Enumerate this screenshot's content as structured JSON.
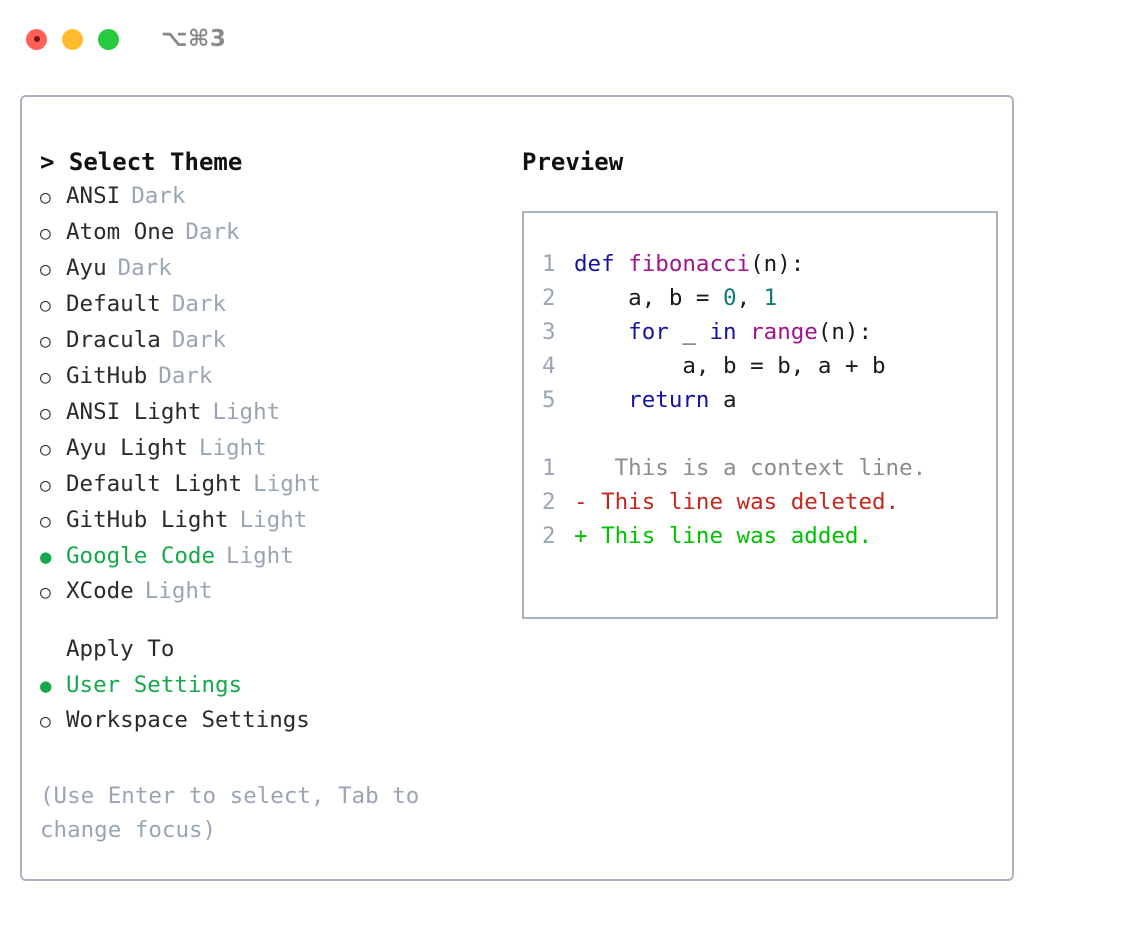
{
  "window": {
    "shortcut": "⌥⌘3",
    "traffic_lights": [
      "close",
      "minimize",
      "zoom"
    ]
  },
  "left_pane": {
    "header": "> Select Theme",
    "themes": [
      {
        "marker": "○",
        "label": "ANSI",
        "badge": "Dark",
        "selected": false
      },
      {
        "marker": "○",
        "label": "Atom One",
        "badge": "Dark",
        "selected": false
      },
      {
        "marker": "○",
        "label": "Ayu",
        "badge": "Dark",
        "selected": false
      },
      {
        "marker": "○",
        "label": "Default",
        "badge": "Dark",
        "selected": false
      },
      {
        "marker": "○",
        "label": "Dracula",
        "badge": "Dark",
        "selected": false
      },
      {
        "marker": "○",
        "label": "GitHub",
        "badge": "Dark",
        "selected": false
      },
      {
        "marker": "○",
        "label": "ANSI Light",
        "badge": "Light",
        "selected": false
      },
      {
        "marker": "○",
        "label": "Ayu Light",
        "badge": "Light",
        "selected": false
      },
      {
        "marker": "○",
        "label": "Default Light",
        "badge": "Light",
        "selected": false
      },
      {
        "marker": "○",
        "label": "GitHub Light",
        "badge": "Light",
        "selected": false
      },
      {
        "marker": "●",
        "label": "Google Code",
        "badge": "Light",
        "selected": true
      },
      {
        "marker": "○",
        "label": "XCode",
        "badge": "Light",
        "selected": false
      }
    ],
    "apply_to": {
      "header": "Apply To",
      "options": [
        {
          "marker": "●",
          "label": "User Settings",
          "selected": true
        },
        {
          "marker": "○",
          "label": "Workspace Settings",
          "selected": false
        }
      ]
    },
    "hint": "(Use Enter to select, Tab to change focus)"
  },
  "right_pane": {
    "title": "Preview",
    "code_lines": [
      {
        "lineno": "1",
        "tokens": [
          {
            "text": "def ",
            "kind": "kw"
          },
          {
            "text": "fibonacci",
            "kind": "fn"
          },
          {
            "text": "(n):",
            "kind": "pl"
          }
        ]
      },
      {
        "lineno": "2",
        "tokens": [
          {
            "text": "    a, b = ",
            "kind": "pl"
          },
          {
            "text": "0",
            "kind": "num"
          },
          {
            "text": ", ",
            "kind": "pl"
          },
          {
            "text": "1",
            "kind": "num"
          }
        ]
      },
      {
        "lineno": "3",
        "tokens": [
          {
            "text": "    for ",
            "kind": "kw"
          },
          {
            "text": "_ ",
            "kind": "pl"
          },
          {
            "text": "in ",
            "kind": "kw"
          },
          {
            "text": "range",
            "kind": "fn"
          },
          {
            "text": "(n):",
            "kind": "pl"
          }
        ]
      },
      {
        "lineno": "4",
        "tokens": [
          {
            "text": "        a, b = b, a + b",
            "kind": "pl"
          }
        ]
      },
      {
        "lineno": "5",
        "tokens": [
          {
            "text": "    return ",
            "kind": "kw"
          },
          {
            "text": "a",
            "kind": "pl"
          }
        ]
      }
    ],
    "diff_lines": [
      {
        "lineno": "1",
        "sign": " ",
        "text": "  This is a context line.",
        "kind": "context"
      },
      {
        "lineno": "2",
        "sign": "-",
        "text": " This line was deleted.",
        "kind": "del"
      },
      {
        "lineno": "2",
        "sign": "+",
        "text": " This line was added.",
        "kind": "add"
      }
    ]
  },
  "colors": {
    "accent_green": "#16a94b",
    "muted": "#9aa5b4",
    "border": "#a8b2c0",
    "keyword": "#1414a0",
    "function": "#a0148c",
    "number": "#0d7b7b",
    "diff_delete": "#c4281c",
    "diff_add": "#00c000",
    "diff_context": "#8c8c8c"
  }
}
